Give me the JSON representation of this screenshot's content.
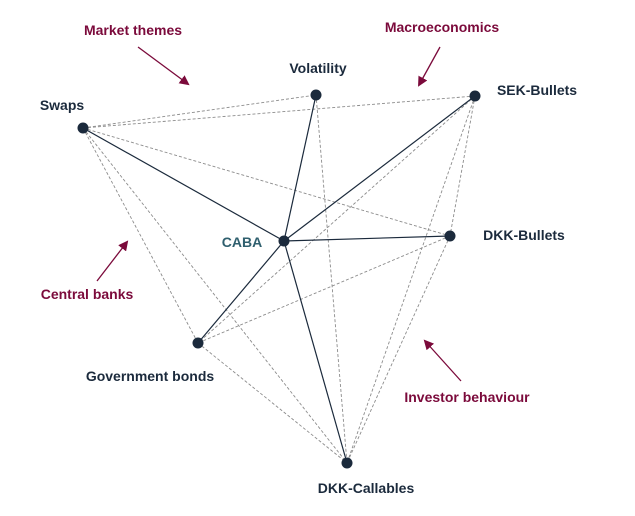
{
  "colors": {
    "node": "#1b2a3c",
    "solid_edge": "#1b2a3c",
    "dashed_edge": "#8c8c8c",
    "node_label": "#1b2a3c",
    "center_label": "#2f5f6e",
    "theme": "#7b0a3b"
  },
  "nodes": {
    "caba": {
      "label": "CABA"
    },
    "volatility": {
      "label": "Volatility"
    },
    "swaps": {
      "label": "Swaps"
    },
    "sek_bullets": {
      "label": "SEK-Bullets"
    },
    "dkk_bullets": {
      "label": "DKK-Bullets"
    },
    "government_bonds": {
      "label": "Government bonds"
    },
    "dkk_callables": {
      "label": "DKK-Callables"
    }
  },
  "themes": {
    "market_themes": {
      "label": "Market themes",
      "arrow": "arrow-down-right-icon"
    },
    "macroeconomics": {
      "label": "Macroeconomics",
      "arrow": "arrow-down-left-icon"
    },
    "central_banks": {
      "label": "Central banks",
      "arrow": "arrow-up-right-icon"
    },
    "investor_behaviour": {
      "label": "Investor behaviour",
      "arrow": "arrow-up-left-icon"
    }
  },
  "edges": {
    "solid": [
      [
        "caba",
        "swaps"
      ],
      [
        "caba",
        "volatility"
      ],
      [
        "caba",
        "sek_bullets"
      ],
      [
        "caba",
        "dkk_bullets"
      ],
      [
        "caba",
        "government_bonds"
      ],
      [
        "caba",
        "dkk_callables"
      ]
    ],
    "dashed": [
      [
        "swaps",
        "volatility"
      ],
      [
        "swaps",
        "sek_bullets"
      ],
      [
        "swaps",
        "dkk_bullets"
      ],
      [
        "swaps",
        "government_bonds"
      ],
      [
        "swaps",
        "dkk_callables"
      ],
      [
        "volatility",
        "dkk_callables"
      ],
      [
        "sek_bullets",
        "government_bonds"
      ],
      [
        "sek_bullets",
        "dkk_bullets"
      ],
      [
        "sek_bullets",
        "dkk_callables"
      ],
      [
        "dkk_bullets",
        "government_bonds"
      ],
      [
        "dkk_bullets",
        "dkk_callables"
      ],
      [
        "government_bonds",
        "dkk_callables"
      ]
    ]
  }
}
